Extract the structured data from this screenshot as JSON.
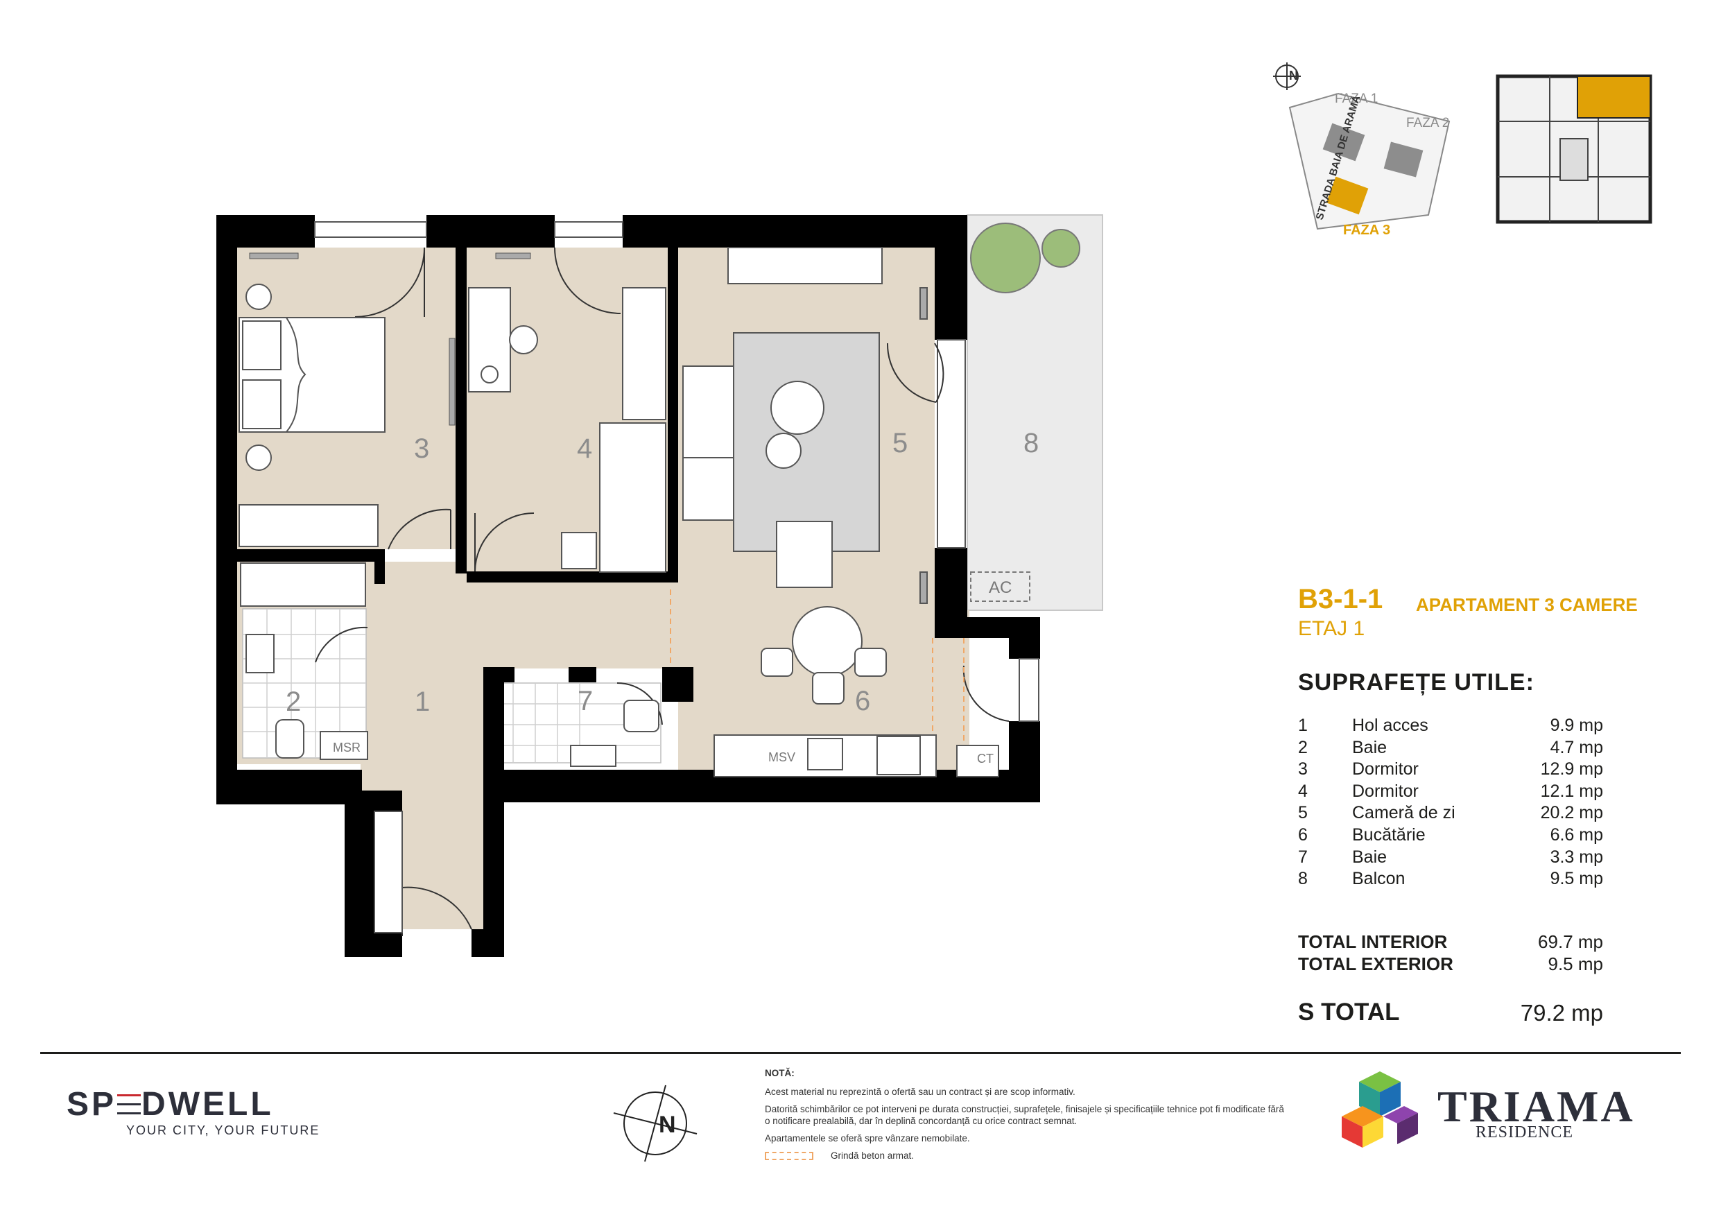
{
  "rooms_on_plan": [
    {
      "num": "1"
    },
    {
      "num": "2"
    },
    {
      "num": "3"
    },
    {
      "num": "4"
    },
    {
      "num": "5"
    },
    {
      "num": "6"
    },
    {
      "num": "7"
    },
    {
      "num": "8"
    }
  ],
  "plan_labels": {
    "msr": "MSR",
    "msv": "MSV",
    "ct": "CT",
    "ac": "AC"
  },
  "site_map": {
    "phase1": "FAZA 1",
    "phase2": "FAZA 2",
    "phase3": "FAZA 3",
    "street": "STRADA BAIA DE ARAMĂ",
    "north": "N"
  },
  "unit": {
    "code": "B3-1-1",
    "type": "APARTAMENT 3 CAMERE",
    "floor": "ETAJ 1"
  },
  "areas_title": "SUPRAFEȚE UTILE:",
  "room_list": [
    {
      "num": "1",
      "name": "Hol acces",
      "area": "9.9 mp"
    },
    {
      "num": "2",
      "name": "Baie",
      "area": "4.7 mp"
    },
    {
      "num": "3",
      "name": "Dormitor",
      "area": "12.9 mp"
    },
    {
      "num": "4",
      "name": "Dormitor",
      "area": "12.1 mp"
    },
    {
      "num": "5",
      "name": "Cameră de zi",
      "area": "20.2 mp"
    },
    {
      "num": "6",
      "name": "Bucătărie",
      "area": "6.6 mp"
    },
    {
      "num": "7",
      "name": "Baie",
      "area": "3.3 mp"
    },
    {
      "num": "8",
      "name": "Balcon",
      "area": "9.5 mp"
    }
  ],
  "totals": {
    "interior_label": "TOTAL INTERIOR",
    "interior_value": "69.7 mp",
    "exterior_label": "TOTAL EXTERIOR",
    "exterior_value": "9.5 mp",
    "grand_label": "S TOTAL",
    "grand_value": "79.2 mp"
  },
  "footer": {
    "brand_left_a": "SP",
    "brand_left_b": "DWELL",
    "tagline": "YOUR CITY, YOUR FUTURE",
    "north": "N",
    "note_title": "NOTĂ:",
    "note_1": "Acest material nu reprezintă o ofertă sau un contract și are scop informativ.",
    "note_2": "Datorită schimbărilor ce pot interveni pe durata construcției, suprafețele, finisajele și specificațiile tehnice pot fi modificate fără o notificare prealabilă, dar în deplină concordanță cu orice contract semnat.",
    "note_3": "Apartamentele se oferă spre vânzare nemobilate.",
    "beam_legend": "Grindă beton armat.",
    "brand_right": "TRIAMA",
    "brand_right_sub": "RESIDENCE"
  },
  "colors": {
    "wall": "#000000",
    "floor": "#e3d9c9",
    "balcony": "#ebebeb",
    "accent": "#e0a106",
    "beam": "#f0a868",
    "plant": "#9cbd7a"
  }
}
